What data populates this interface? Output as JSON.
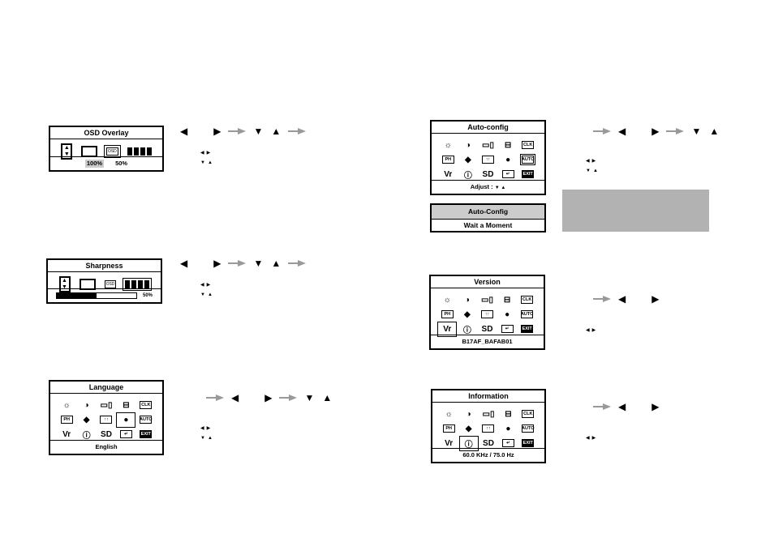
{
  "panels": {
    "osd_overlay": {
      "title": "OSD Overlay",
      "osd_label": "OSD",
      "options": [
        "100%",
        "50%"
      ],
      "selected_option": "100%"
    },
    "sharpness": {
      "title": "Sharpness",
      "osd_label": "OSD",
      "value_label": "50%",
      "value_percent": 50
    },
    "language": {
      "title": "Language",
      "footer": "English",
      "selected_icon": 8
    },
    "auto_config": {
      "title": "Auto-config",
      "footer": "Adjust :",
      "footer_arrows": "▼ ▲",
      "selected_icon": 9
    },
    "auto_config_wait": {
      "title": "Auto-Config",
      "message": "Wait a Moment"
    },
    "version": {
      "title": "Version",
      "footer": "B17AF_BAFAB01",
      "selected_icon": 10
    },
    "information": {
      "title": "Information",
      "footer": "60.0 KHz / 75.0 Hz",
      "selected_icon": 11
    }
  },
  "icons": [
    {
      "name": "brightness-icon",
      "glyph": "☼",
      "style": ""
    },
    {
      "name": "contrast-icon",
      "glyph": "◑",
      "style": ""
    },
    {
      "name": "h-position-icon",
      "glyph": "▭▯",
      "style": ""
    },
    {
      "name": "v-position-icon",
      "glyph": "⊟",
      "style": ""
    },
    {
      "name": "clock-icon",
      "glyph": "CLK",
      "style": "boxed"
    },
    {
      "name": "phase-icon",
      "glyph": "PH",
      "style": "boxed"
    },
    {
      "name": "color-icon",
      "glyph": "◆",
      "style": ""
    },
    {
      "name": "size-icon",
      "glyph": "↑↑",
      "style": "boxed"
    },
    {
      "name": "language-globe-icon",
      "glyph": "●",
      "style": ""
    },
    {
      "name": "auto-icon",
      "glyph": "AUTO",
      "style": "boxed"
    },
    {
      "name": "version-icon",
      "glyph": "Vr",
      "style": ""
    },
    {
      "name": "information-icon",
      "glyph": "ⓘ",
      "style": ""
    },
    {
      "name": "sd-icon",
      "glyph": "SD",
      "style": ""
    },
    {
      "name": "reset-icon",
      "glyph": "↵",
      "style": "boxed"
    },
    {
      "name": "exit-icon",
      "glyph": "EXIT",
      "style": "inv"
    }
  ],
  "arrows": {
    "left": "◀",
    "right": "▶",
    "down": "▼",
    "up": "▲"
  }
}
